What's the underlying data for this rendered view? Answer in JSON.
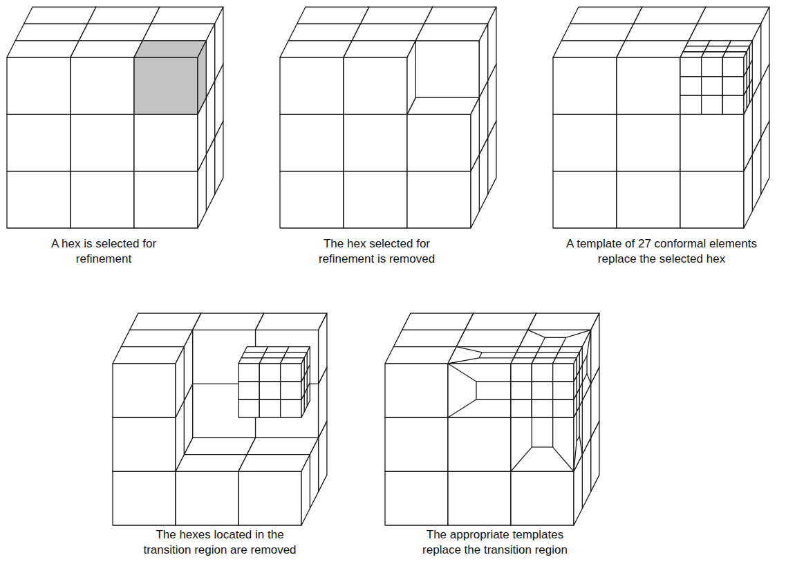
{
  "diagram": {
    "labels": [
      "A hex is selected for refinement",
      "The hex selected for refinement is removed",
      "A template of 27 conformal elements replace the selected hex",
      "The hexes located in the transition region are removed",
      "The appropriate templates replace the transition region"
    ]
  }
}
